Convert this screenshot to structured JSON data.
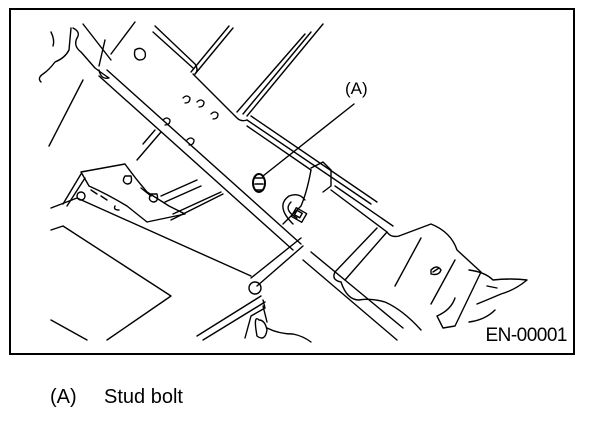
{
  "figure": {
    "id_label": "EN-00001",
    "callouts": [
      {
        "key": "(A)",
        "target": "stud-bolt"
      }
    ],
    "line_color": "#000000",
    "background": "#ffffff"
  },
  "legend": [
    {
      "key": "(A)",
      "label": "Stud bolt"
    }
  ]
}
